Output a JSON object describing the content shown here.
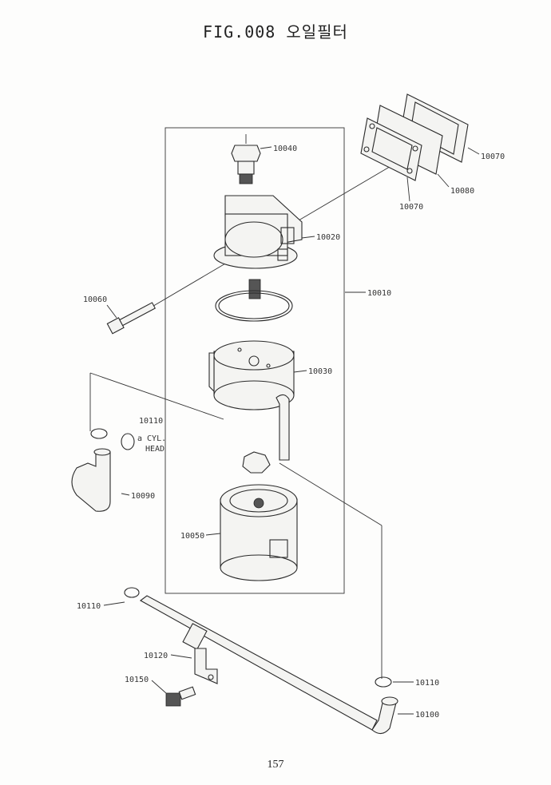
{
  "title": "FIG.008 오일필터",
  "page_number": "157",
  "labels": {
    "p10040": "10040",
    "p10070a": "10070",
    "p10080": "10080",
    "p10070b": "10070",
    "p10020": "10020",
    "p10010": "10010",
    "p10060": "10060",
    "p10030": "10030",
    "p10110a": "10110",
    "cyl": "a CYL.",
    "head": "HEAD",
    "p10090": "10090",
    "p10050": "10050",
    "p10110b": "10110",
    "p10120": "10120",
    "p10150": "10150",
    "p10110c": "10110",
    "p10100": "10100"
  }
}
